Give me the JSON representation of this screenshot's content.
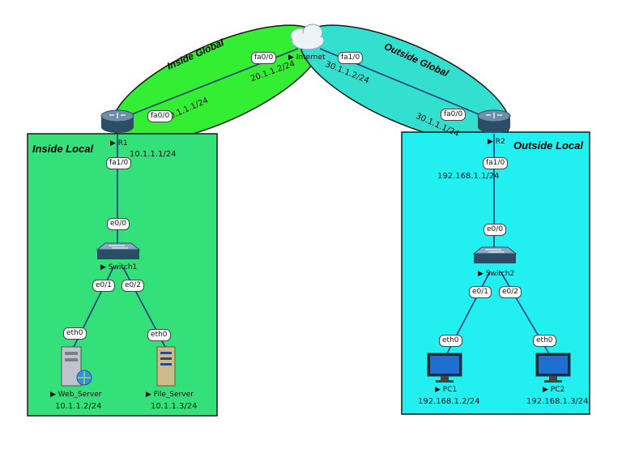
{
  "zones": {
    "inside_local": "Inside Local",
    "inside_global": "Inside Global",
    "outside_global": "Outside Global",
    "outside_local": "Outside Local"
  },
  "devices": {
    "r1": "R1",
    "r2": "R2",
    "internet": "Internet",
    "switch1": "Switch1",
    "switch2": "Switch2",
    "web_server": "Web_Server",
    "file_server": "File_Server",
    "pc1": "PC1",
    "pc2": "PC2"
  },
  "ports": {
    "r1_fa0_0": "fa0/0",
    "r1_fa1_0": "fa1/0",
    "inet_fa0_0": "fa0/0",
    "inet_fa1_0": "fa1/0",
    "r2_fa0_0": "fa0/0",
    "r2_fa1_0": "fa1/0",
    "sw1_e0_0": "e0/0",
    "sw1_e0_1": "e0/1",
    "sw1_e0_2": "e0/2",
    "sw2_e0_0": "e0/0",
    "sw2_e0_1": "e0/1",
    "sw2_e0_2": "e0/2",
    "web_eth0": "eth0",
    "file_eth0": "eth0",
    "pc1_eth0": "eth0",
    "pc2_eth0": "eth0"
  },
  "ips": {
    "r1_outside": "20.1.1.1/24",
    "inet_left": "20.1.1.2/24",
    "inet_right": "30.1.1.2/24",
    "r2_outside": "30.1.1.1/24",
    "r1_inside": "10.1.1.1/24",
    "r2_inside": "192.168.1.1/24",
    "web_server": "10.1.1.2/24",
    "file_server": "10.1.1.3/24",
    "pc1": "192.168.1.2/24",
    "pc2": "192.168.1.3/24"
  },
  "colors": {
    "inside_bg": "#33e07a",
    "inside_global_bg": "#33ee33",
    "outside_bg": "#22f0f0",
    "outside_global_bg": "#33e0d0"
  }
}
